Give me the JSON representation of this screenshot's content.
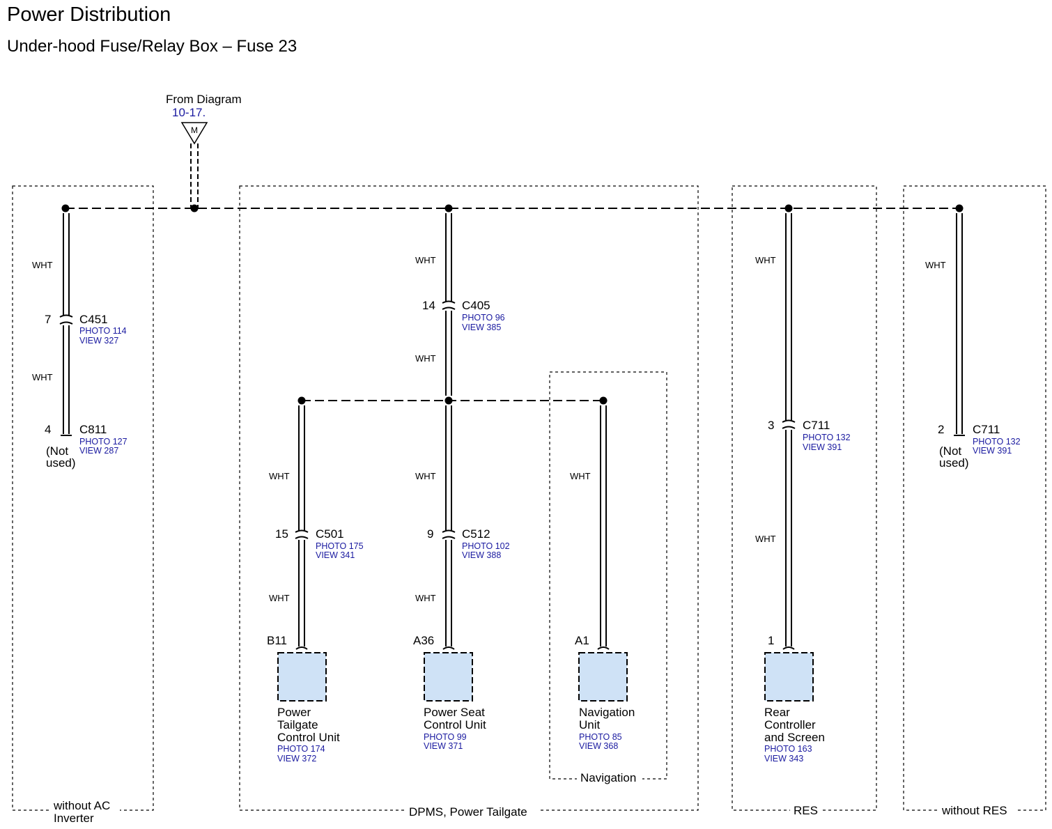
{
  "title": "Power Distribution",
  "subtitle": "Under-hood Fuse/Relay Box – Fuse 23",
  "source": {
    "line1": "From Diagram",
    "line2": "10-17.",
    "marker": "M"
  },
  "wire_color": "WHT",
  "colors": {
    "reference_text": "#1a1aa0",
    "component_fill": "#cfe2f6"
  },
  "regions": {
    "without_ac": {
      "line1": "without AC",
      "line2": "Inverter"
    },
    "dpms": "DPMS, Power Tailgate",
    "navigation": "Navigation",
    "res": "RES",
    "without_res": "without RES"
  },
  "connectors": {
    "c451": {
      "pin": "7",
      "name": "C451",
      "photo": "PHOTO 114",
      "view": "VIEW 327"
    },
    "c811": {
      "pin": "4",
      "name": "C811",
      "photo": "PHOTO 127",
      "view": "VIEW 287",
      "note1": "(Not",
      "note2": "used)"
    },
    "c405": {
      "pin": "14",
      "name": "C405",
      "photo": "PHOTO 96",
      "view": "VIEW 385"
    },
    "c501": {
      "pin": "15",
      "name": "C501",
      "photo": "PHOTO 175",
      "view": "VIEW 341"
    },
    "c512": {
      "pin": "9",
      "name": "C512",
      "photo": "PHOTO 102",
      "view": "VIEW 388"
    },
    "c711a": {
      "pin": "3",
      "name": "C711",
      "photo": "PHOTO 132",
      "view": "VIEW 391"
    },
    "c711b": {
      "pin": "2",
      "name": "C711",
      "photo": "PHOTO 132",
      "view": "VIEW 391",
      "note1": "(Not",
      "note2": "used)"
    }
  },
  "components": {
    "tailgate": {
      "pin": "B11",
      "name1": "Power",
      "name2": "Tailgate",
      "name3": "Control Unit",
      "photo": "PHOTO 174",
      "view": "VIEW 372"
    },
    "seat": {
      "pin": "A36",
      "name1": "Power Seat",
      "name2": "Control Unit",
      "photo": "PHOTO 99",
      "view": "VIEW 371"
    },
    "navigation": {
      "pin": "A1",
      "name1": "Navigation",
      "name2": "Unit",
      "photo": "PHOTO 85",
      "view": "VIEW 368"
    },
    "rear": {
      "pin": "1",
      "name1": "Rear",
      "name2": "Controller",
      "name3": "and Screen",
      "photo": "PHOTO 163",
      "view": "VIEW 343"
    }
  }
}
